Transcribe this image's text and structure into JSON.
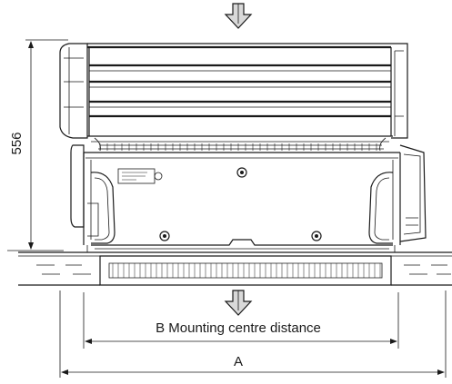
{
  "dimensions": {
    "height_label": "556",
    "b_label": "B Mounting centre distance",
    "a_label": "A"
  },
  "icons": [
    "airflow-arrow-icon",
    "airflow-arrow-icon"
  ]
}
